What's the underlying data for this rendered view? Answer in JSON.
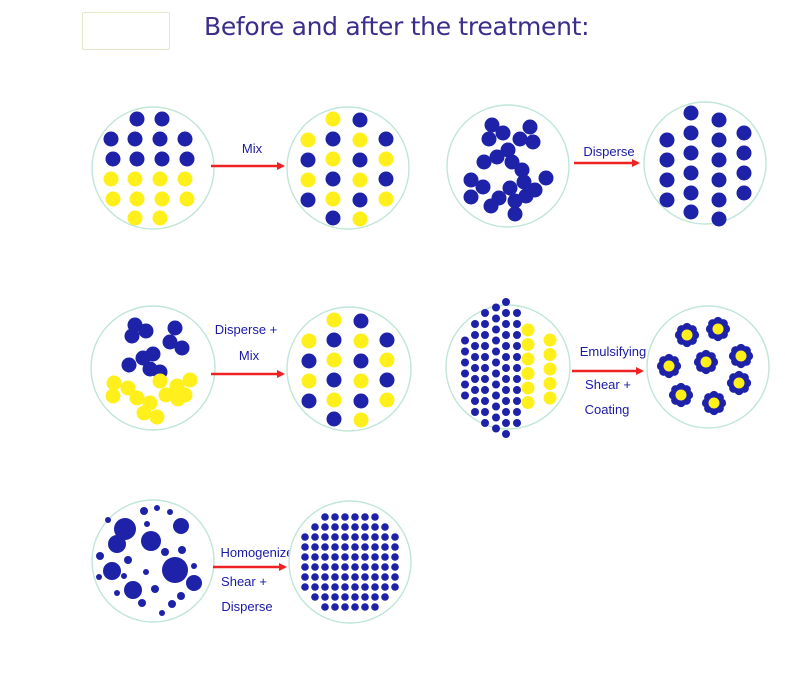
{
  "title": "Before and after the treatment:",
  "colors": {
    "title": "#3a2d8c",
    "dot_blue": "#1e22a8",
    "dot_yellow": "#ffef1a",
    "arrow": "#ee2222",
    "label": "#1a1aa6",
    "circle_border": "#bfe6d6"
  },
  "processes": [
    {
      "id": "mix",
      "label_lines": [
        "Mix"
      ],
      "before": "blue-yellow-rows",
      "after": "alternating-columns"
    },
    {
      "id": "disperse",
      "label_lines": [
        "Disperse"
      ],
      "before": "blue-clumps",
      "after": "blue-columns"
    },
    {
      "id": "disperse-mix",
      "label_lines": [
        "Disperse +",
        "Mix"
      ],
      "before": "blue-yellow-clumps",
      "after": "alternating-columns"
    },
    {
      "id": "emulsifying",
      "label_lines": [
        "Emulsifying",
        "Shear +",
        "Coating"
      ],
      "before": "small-blue-and-yellow-columns",
      "after": "coated-flowers"
    },
    {
      "id": "homogenize",
      "label_lines": [
        "Homogenize",
        "Shear +",
        "Disperse"
      ],
      "before": "mixed-size-blue",
      "after": "fine-blue-grid"
    }
  ]
}
